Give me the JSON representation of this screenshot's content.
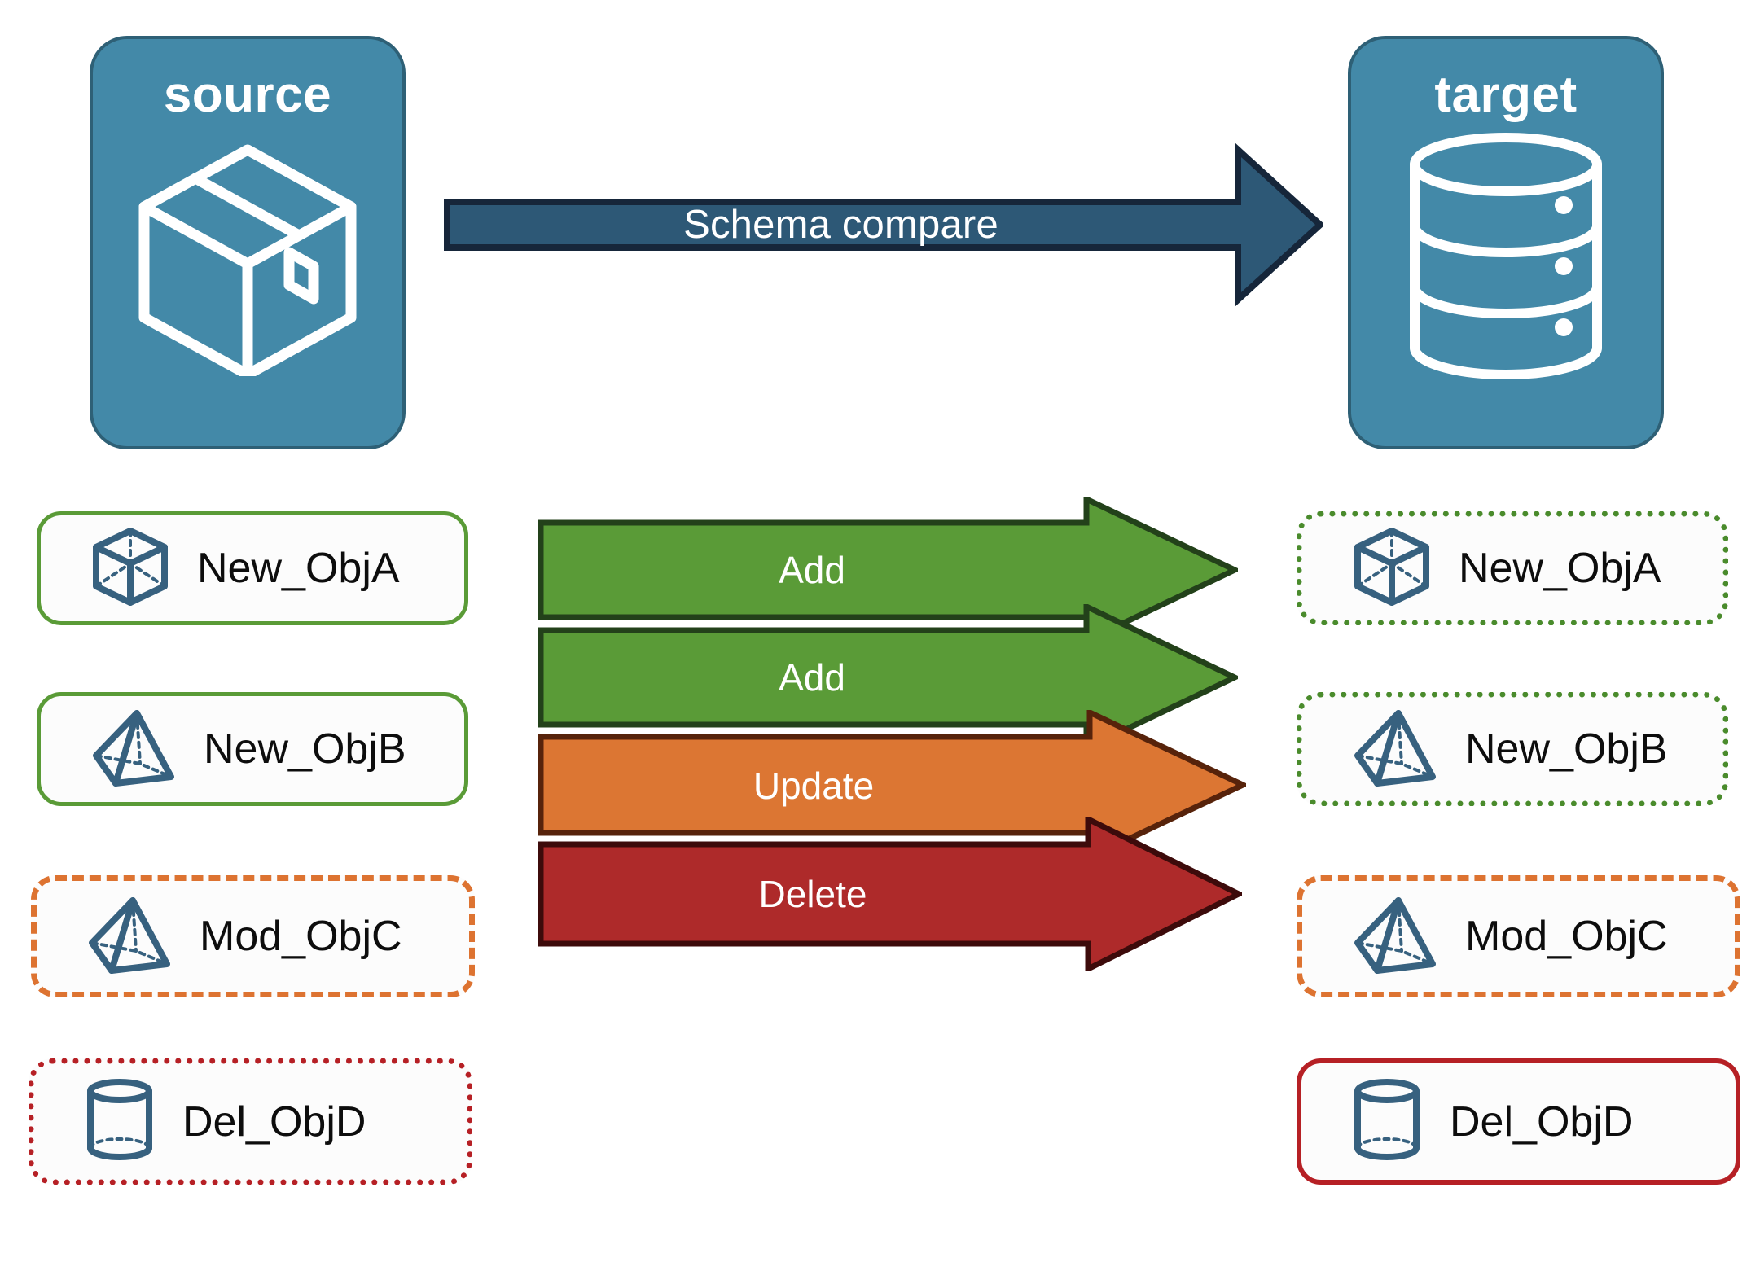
{
  "diagram": {
    "title": "Schema compare",
    "background": "#FFFFFF"
  },
  "endpoints": [
    {
      "id": "source",
      "label": "source",
      "icon": "package-box-icon",
      "fill": "#4389A8",
      "stroke": "#2E6076",
      "text_color": "#FFFFFF"
    },
    {
      "id": "target",
      "label": "target",
      "icon": "database-cylinder-icon",
      "fill": "#4389A8",
      "stroke": "#2E6076",
      "text_color": "#FFFFFF"
    }
  ],
  "main_arrow": {
    "label": "Schema compare",
    "direction": "left-to-right",
    "fill": "#2D5876",
    "stroke": "#16263A",
    "text_color": "#FFFFFF"
  },
  "rows": [
    {
      "id": "row-add-a",
      "action": "Add",
      "source": {
        "label": "New_ObjA",
        "icon": "wireframe-cube-icon",
        "border_style": "solid",
        "border_color": "#5A9B37"
      },
      "arrow": {
        "label": "Add",
        "fill": "#5A9B37",
        "stroke": "#23411A",
        "text_color": "#FFFFFF"
      },
      "target": {
        "label": "New_ObjA",
        "icon": "wireframe-cube-icon",
        "border_style": "dotted",
        "border_color": "#4A8B2C"
      }
    },
    {
      "id": "row-add-b",
      "action": "Add",
      "source": {
        "label": "New_ObjB",
        "icon": "wireframe-pyramid-icon",
        "border_style": "solid",
        "border_color": "#5A9B37"
      },
      "arrow": {
        "label": "Add",
        "fill": "#5A9B37",
        "stroke": "#23411A",
        "text_color": "#FFFFFF"
      },
      "target": {
        "label": "New_ObjB",
        "icon": "wireframe-pyramid-icon",
        "border_style": "dotted",
        "border_color": "#4A8B2C"
      }
    },
    {
      "id": "row-update-c",
      "action": "Update",
      "source": {
        "label": "Mod_ObjC",
        "icon": "wireframe-pyramid-icon",
        "border_style": "dashed",
        "border_color": "#DD7331"
      },
      "arrow": {
        "label": "Update",
        "fill": "#DC7633",
        "stroke": "#57230B",
        "text_color": "#FFFFFF"
      },
      "target": {
        "label": "Mod_ObjC",
        "icon": "wireframe-pyramid-icon",
        "border_style": "dashed",
        "border_color": "#DD7331"
      }
    },
    {
      "id": "row-delete-d",
      "action": "Delete",
      "source": {
        "label": "Del_ObjD",
        "icon": "wireframe-cylinder-icon",
        "border_style": "dotted",
        "border_color": "#B62025"
      },
      "arrow": {
        "label": "Delete",
        "fill": "#AE2A2A",
        "stroke": "#3D0B0B",
        "text_color": "#FFFFFF"
      },
      "target": {
        "label": "Del_ObjD",
        "icon": "wireframe-cylinder-icon",
        "border_style": "solid",
        "border_color": "#B62025"
      }
    }
  ],
  "palette": {
    "endpoint_fill": "#4389A8",
    "endpoint_stroke": "#2E6076",
    "object_icon": "#37617F",
    "add_green": "#5A9B37",
    "update_orange": "#DC7633",
    "delete_red": "#AE2A2A",
    "compare_blue": "#2D5876"
  }
}
